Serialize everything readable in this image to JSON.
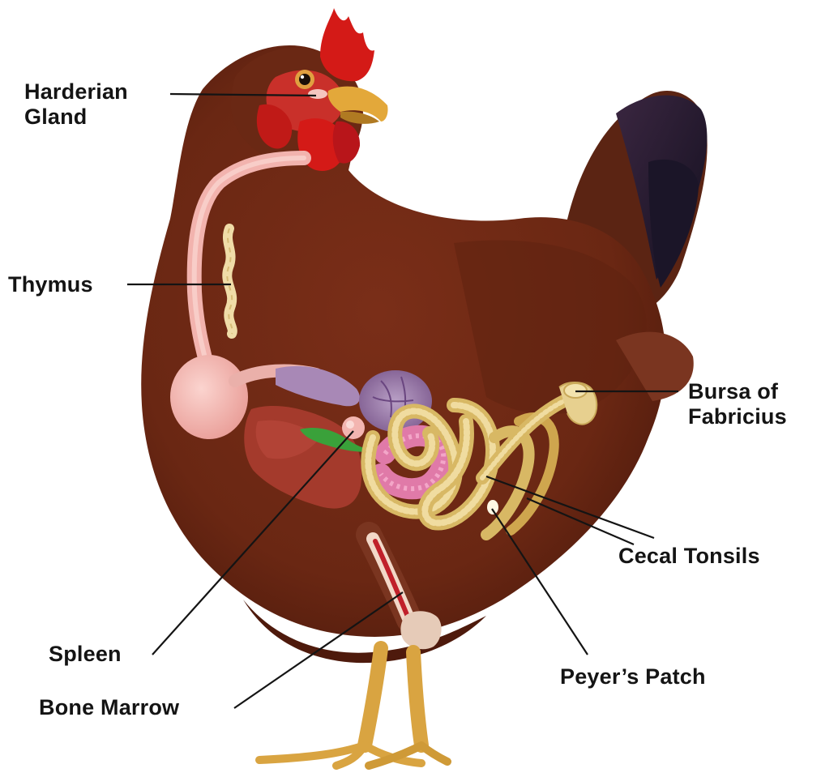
{
  "labels": {
    "harderian_gland": [
      "Harderian",
      "Gland"
    ],
    "thymus": "Thymus",
    "bursa_of_fabricius": [
      "Bursa of",
      "Fabricius"
    ],
    "cecal_tonsils": "Cecal Tonsils",
    "spleen": "Spleen",
    "peyers_patch": "Peyer’s Patch",
    "bone_marrow": "Bone Marrow"
  },
  "colors": {
    "feathers": "#6e2a17",
    "feathers_dark": "#4a170c",
    "tail": "#1f1a2e",
    "comb": "#d41a17",
    "beak": "#e3a83a",
    "legs": "#d9a441",
    "esophagus": "#f2b3ae",
    "gizzard": "#9a7aa8",
    "liver": "#a43a2c",
    "intestine": "#e8cf8c",
    "pancreas": "#e07aa8",
    "leader_line": "#141414",
    "label_text": "#141414"
  }
}
